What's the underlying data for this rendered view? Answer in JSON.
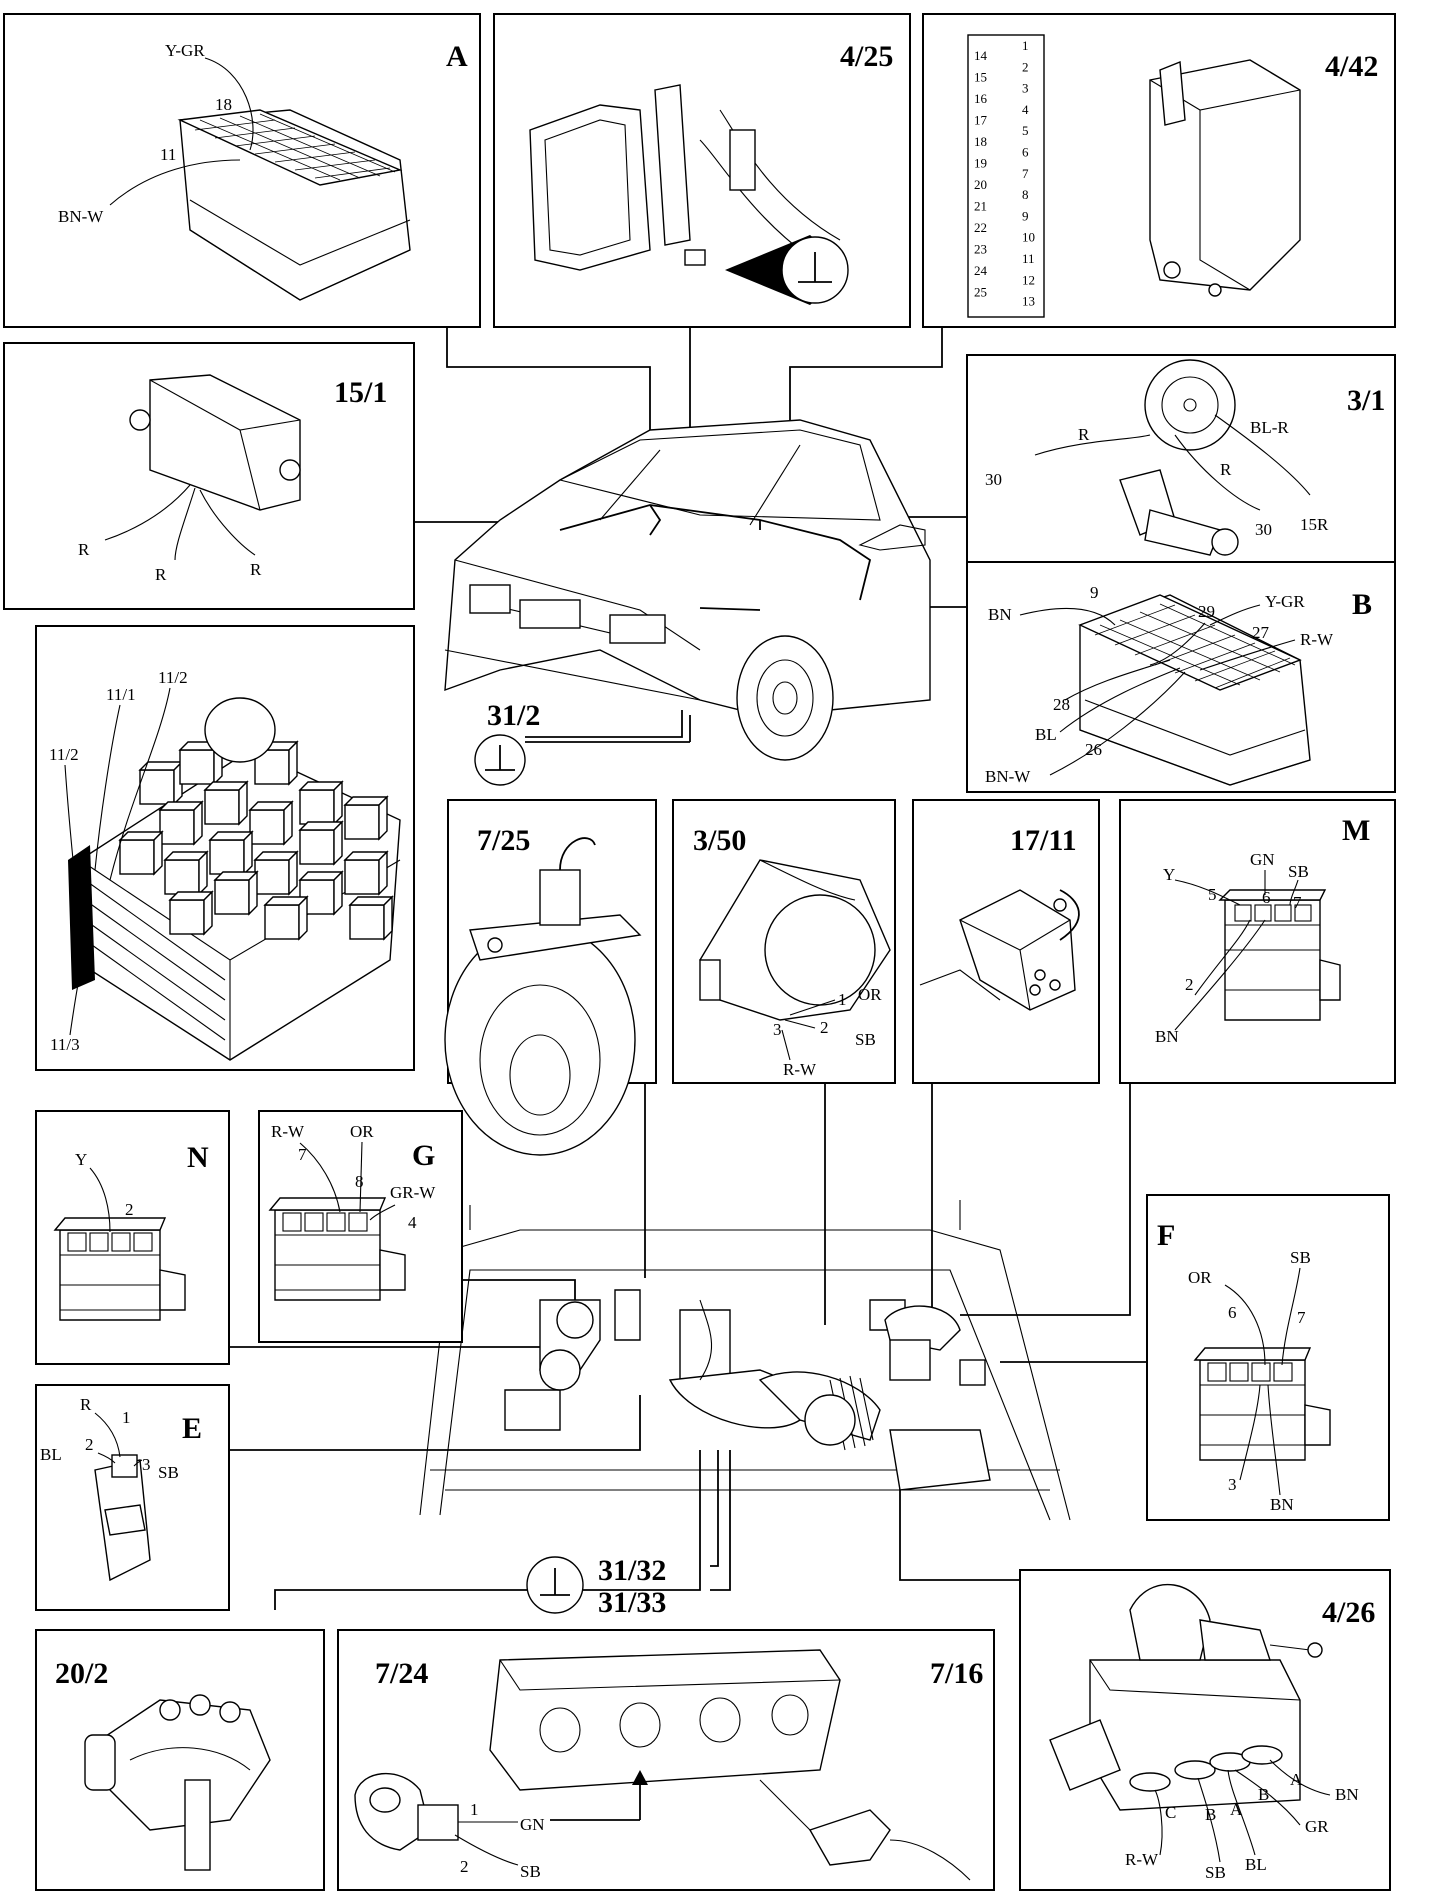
{
  "panels": {
    "A": {
      "title": "A",
      "labels": {
        "ygr": "Y-GR",
        "p18": "18",
        "p11": "11",
        "bnw": "BN-W"
      }
    },
    "p4_25": {
      "title": "4/25"
    },
    "p4_42": {
      "title": "4/42",
      "left_pins": [
        "14",
        "15",
        "16",
        "17",
        "18",
        "19",
        "20",
        "21",
        "22",
        "23",
        "24",
        "25"
      ],
      "right_pins": [
        "1",
        "2",
        "3",
        "4",
        "5",
        "6",
        "7",
        "8",
        "9",
        "10",
        "11",
        "12",
        "13"
      ]
    },
    "p15_1": {
      "title": "15/1",
      "labels": {
        "r1": "R",
        "r2": "R",
        "r3": "R"
      }
    },
    "p3_1": {
      "title": "3/1",
      "labels": {
        "r": "R",
        "blr": "BL-R",
        "p30a": "30",
        "r2": "R",
        "p15r": "15R",
        "p30b": "30"
      }
    },
    "B": {
      "title": "B",
      "labels": {
        "bn": "BN",
        "p9": "9",
        "p29": "29",
        "ygr": "Y-GR",
        "p27": "27",
        "rw": "R-W",
        "p28": "28",
        "bl": "BL",
        "p26": "26",
        "bnw": "BN-W"
      }
    },
    "relay": {
      "labels": {
        "a": "11/2",
        "b": "11/1",
        "c": "11/2",
        "d": "11/3"
      }
    },
    "p31_2": {
      "title": "31/2"
    },
    "p7_25": {
      "title": "7/25"
    },
    "p3_50": {
      "title": "3/50",
      "labels": {
        "p1": "1",
        "or": "OR",
        "p2": "2",
        "sb": "SB",
        "p3": "3",
        "rw": "R-W"
      }
    },
    "p17_11": {
      "title": "17/11"
    },
    "M": {
      "title": "M",
      "labels": {
        "gn": "GN",
        "sb": "SB",
        "y": "Y",
        "p5": "5",
        "p6": "6",
        "p7": "7",
        "p2": "2",
        "bn": "BN"
      }
    },
    "N": {
      "title": "N",
      "labels": {
        "y": "Y",
        "p2": "2"
      }
    },
    "G": {
      "title": "G",
      "labels": {
        "rw": "R-W",
        "or": "OR",
        "p7": "7",
        "p8": "8",
        "grw": "GR-W",
        "p4": "4"
      }
    },
    "F": {
      "title": "F",
      "labels": {
        "sb": "SB",
        "or": "OR",
        "p6": "6",
        "p7": "7",
        "p3": "3",
        "bn": "BN"
      }
    },
    "E": {
      "title": "E",
      "labels": {
        "r": "R",
        "p1": "1",
        "bl": "BL",
        "p2": "2",
        "p3": "3",
        "sb": "SB"
      }
    },
    "ground": {
      "t1": "31/32",
      "t2": "31/33"
    },
    "p20_2": {
      "title": "20/2"
    },
    "p7_24": {
      "title": "7/24",
      "t2": "7/16",
      "labels": {
        "p1": "1",
        "gn": "GN",
        "p2": "2",
        "sb": "SB"
      }
    },
    "p4_26": {
      "title": "4/26",
      "labels": {
        "a1": "A",
        "bn": "BN",
        "b1": "B",
        "gr": "GR",
        "a2": "A",
        "c": "C",
        "b2": "B",
        "rw": "R-W",
        "sb": "SB",
        "bl": "BL"
      }
    }
  }
}
